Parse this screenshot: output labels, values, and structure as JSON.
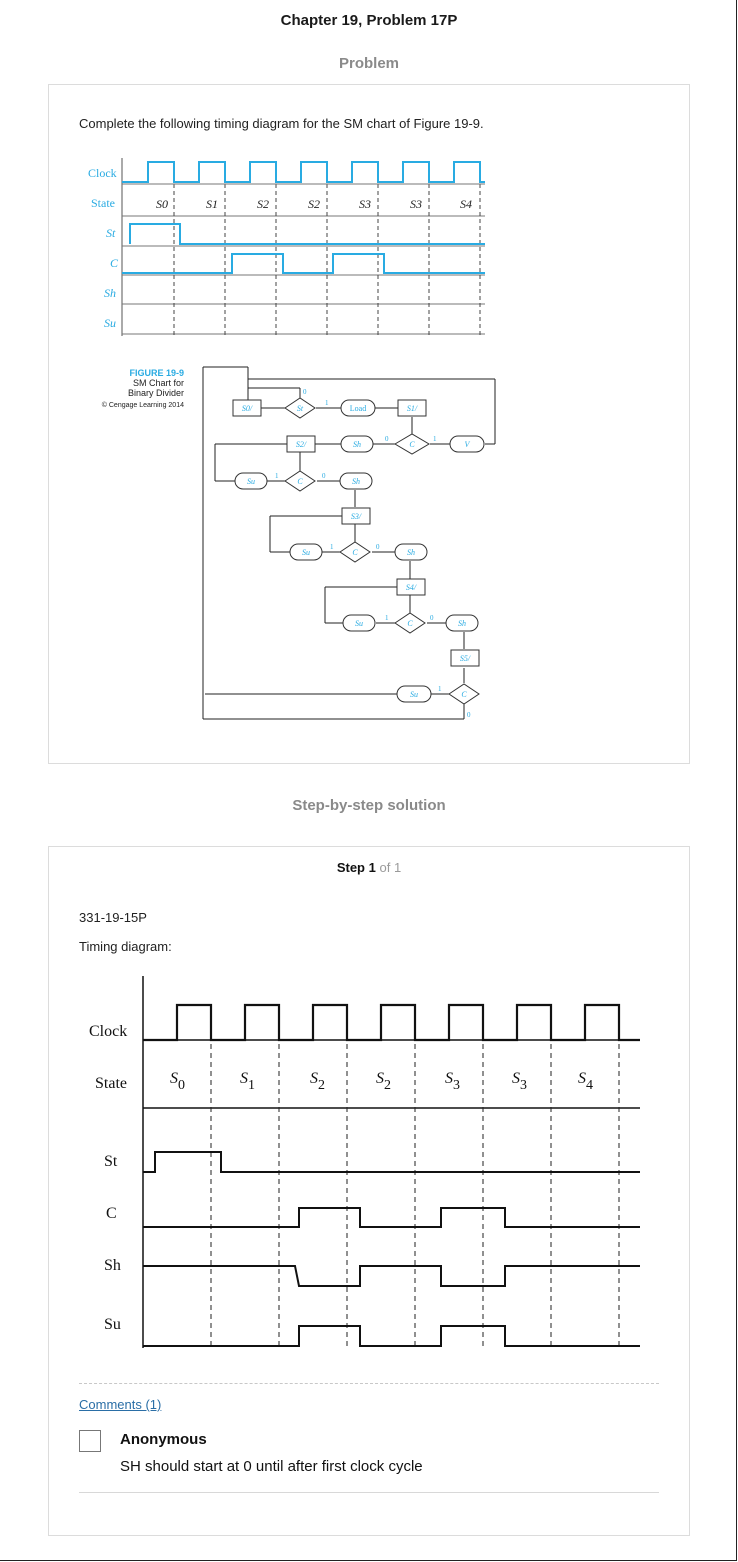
{
  "header": {
    "title": "Chapter 19, Problem 17P"
  },
  "problem": {
    "section_title": "Problem",
    "question": "Complete the following timing diagram for the SM chart of Figure 19-9.",
    "timing": {
      "signals": [
        "Clock",
        "State",
        "St",
        "C",
        "Sh",
        "Su"
      ],
      "states": [
        "S0",
        "S1",
        "S2",
        "S2",
        "S3",
        "S3",
        "S4"
      ]
    },
    "figure": {
      "label": "FIGURE 19-9",
      "caption_line1": "SM Chart for",
      "caption_line2": "Binary Divider",
      "credit": "© Cengage Learning 2014",
      "boxes": {
        "s0": "S0/",
        "st": "St",
        "load": "Load",
        "s1": "S1/",
        "c": "C",
        "v": "V",
        "s2": "S2/",
        "sh": "Sh",
        "su": "Su",
        "s3": "S3/",
        "s4": "S4/",
        "s5": "S5/"
      },
      "branch_labels": {
        "one": "1",
        "zero": "0"
      }
    }
  },
  "solution": {
    "section_title": "Step-by-step solution",
    "step_word": "Step",
    "step_num": "1",
    "step_of": "of 1",
    "ref": "331-19-15P",
    "intro": "Timing diagram:",
    "timing": {
      "signals": [
        "Clock",
        "State",
        "St",
        "C",
        "Sh",
        "Su"
      ],
      "states": [
        "S",
        "S",
        "S",
        "S",
        "S",
        "S",
        "S"
      ],
      "state_subscripts": [
        "0",
        "1",
        "2",
        "2",
        "3",
        "3",
        "4"
      ]
    }
  },
  "comments": {
    "link": "Comments (1)",
    "author": "Anonymous",
    "text": "SH should start at 0 until after first clock cycle"
  },
  "colors": {
    "accent_blue": "#29abe2",
    "link_blue": "#2a6ea6",
    "muted_gray": "#8a8a8a"
  }
}
